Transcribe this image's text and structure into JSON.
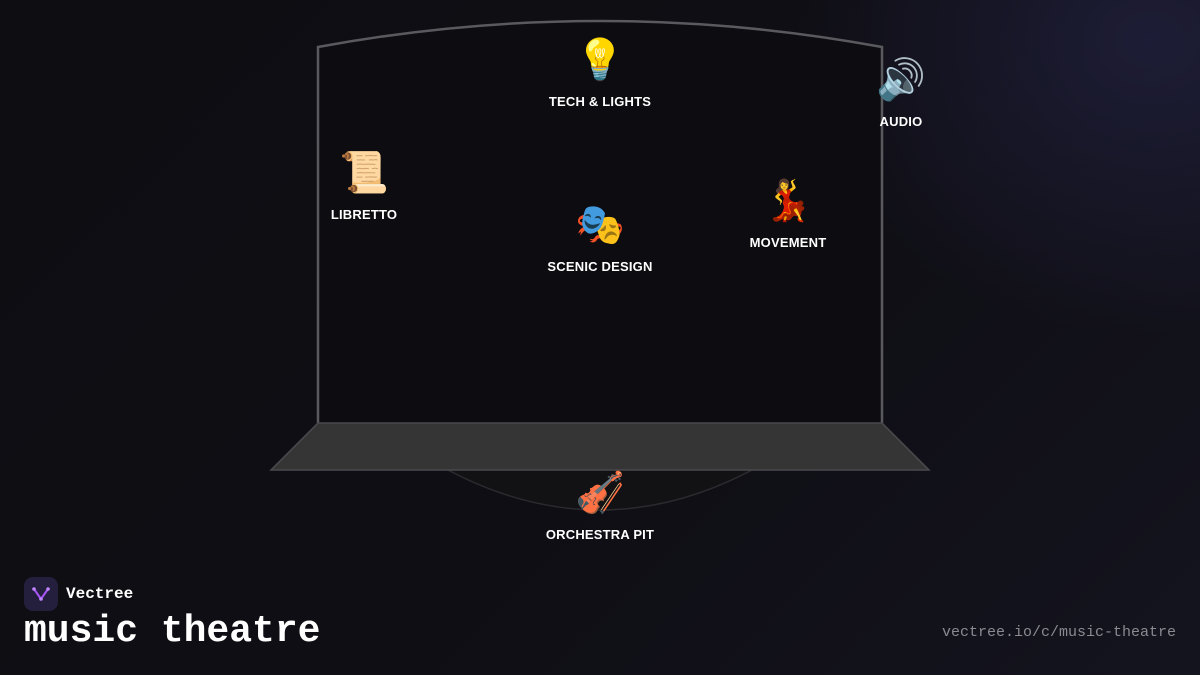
{
  "brand": {
    "name": "Vectree",
    "logo_icon": "vectree-logo-icon",
    "accent_color": "#a855f7"
  },
  "title": "music theatre",
  "url": "vectree.io/c/music-theatre",
  "nodes": [
    {
      "id": "tech",
      "label": "TECH & LIGHTS",
      "icon": "lightbulb-icon",
      "glyph": "💡"
    },
    {
      "id": "audio",
      "label": "AUDIO",
      "icon": "speaker-icon",
      "glyph": "🔊"
    },
    {
      "id": "libretto",
      "label": "LIBRETTO",
      "icon": "scroll-icon",
      "glyph": "📜"
    },
    {
      "id": "movement",
      "label": "MOVEMENT",
      "icon": "dancer-icon",
      "glyph": "💃"
    },
    {
      "id": "scenic",
      "label": "SCENIC DESIGN",
      "icon": "theater-masks-icon",
      "glyph": "🎭"
    },
    {
      "id": "orchestra",
      "label": "ORCHESTRA PIT",
      "icon": "violin-icon",
      "glyph": "🎻"
    }
  ],
  "colors": {
    "background": "#0f0e13",
    "stage_outline": "#5a5a5e",
    "stage_floor": "#353535",
    "pit_fill": "#121114"
  }
}
